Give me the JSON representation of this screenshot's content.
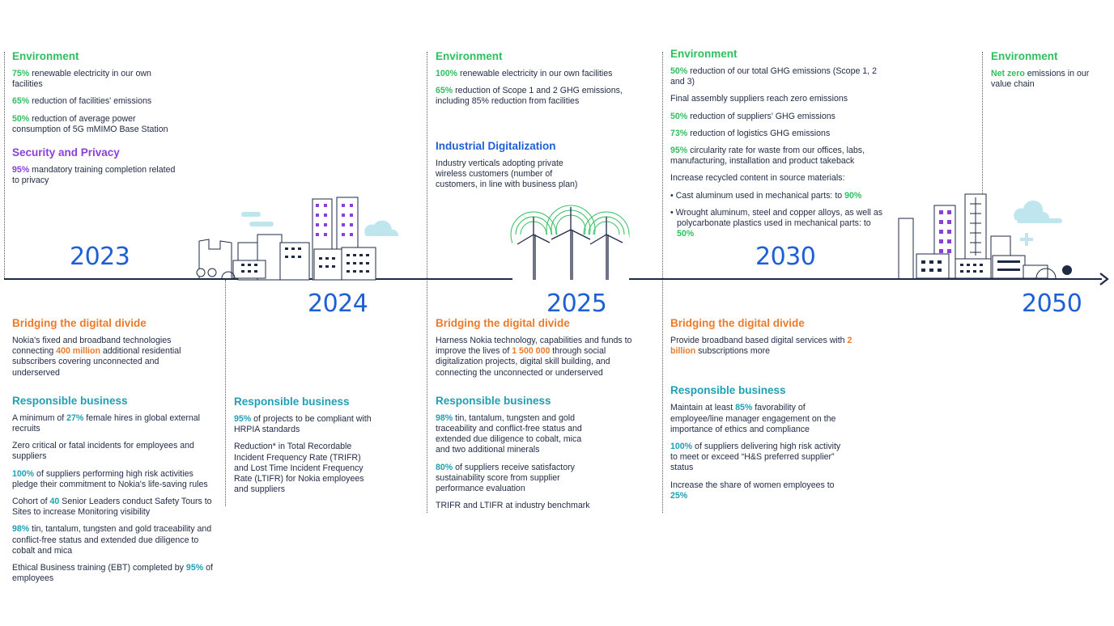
{
  "years": [
    "2023",
    "2024",
    "2025",
    "2030",
    "2050"
  ],
  "col2023_top": {
    "env_heading": "Environment",
    "env_items": [
      {
        "v": "75%",
        "t": " renewable electricity in our own facilities"
      },
      {
        "v": "65%",
        "t": " reduction of facilities' emissions"
      },
      {
        "v": "50%",
        "t": " reduction of average power consumption of 5G mMIMO Base Station"
      }
    ],
    "sp_heading": "Security and Privacy",
    "sp_items": [
      {
        "v": "95%",
        "t": " mandatory training completion related to privacy"
      }
    ]
  },
  "col2025_top": {
    "env_heading": "Environment",
    "env_items": [
      {
        "v": "100%",
        "t": " renewable electricity in our own facilities"
      },
      {
        "v": "65%",
        "t": " reduction of Scope 1 and 2 GHG emissions, including 85% reduction from facilities"
      }
    ],
    "ind_heading": "Industrial Digitalization",
    "ind_items": [
      {
        "t": "Industry verticals adopting private wireless customers (number of customers, in line with business plan)"
      }
    ]
  },
  "col2030_top": {
    "env_heading": "Environment",
    "env_items": [
      {
        "v": "50%",
        "t": " reduction of our total GHG emissions (Scope 1, 2 and 3)"
      },
      {
        "t": "Final assembly suppliers reach zero emissions"
      },
      {
        "v": "50%",
        "t": " reduction of suppliers' GHG emissions"
      },
      {
        "v": "73%",
        "t": " reduction of logistics GHG emissions"
      },
      {
        "v": "95%",
        "t": " circularity rate for waste from our offices, labs, manufacturing, installation and product takeback"
      },
      {
        "t": "Increase recycled content in source materials:"
      },
      {
        "t": "• Cast aluminum used in mechanical parts: to ",
        "v2": "90%"
      },
      {
        "t": "• Wrought aluminum, steel and copper alloys, as well as polycarbonate plastics used in mechanical parts: to ",
        "v2": "50%"
      }
    ]
  },
  "col2050_top": {
    "env_heading": "Environment",
    "env_items": [
      {
        "v": "Net zero",
        "t": " emissions in our value chain"
      }
    ]
  },
  "col2023_bottom": {
    "bridge_heading": "Bridging the digital divide",
    "bridge_items": [
      {
        "t": "Nokia's fixed and broadband technologies connecting ",
        "v2": "400 million",
        "t2": " additional residential subscribers covering unconnected and underserved"
      }
    ],
    "resp_heading": "Responsible business",
    "resp_items": [
      {
        "t": "A minimum of ",
        "v2": "27%",
        "t2": " female hires in global external recruits"
      },
      {
        "t": "Zero critical or fatal incidents for employees and suppliers"
      },
      {
        "v": "100%",
        "t": " of suppliers performing high risk activities pledge their commitment to Nokia's life-saving rules"
      },
      {
        "t": "Cohort of ",
        "v2": "40",
        "t2": " Senior Leaders conduct Safety Tours to Sites to increase Monitoring visibility"
      },
      {
        "v": "98%",
        "t": " tin, tantalum, tungsten and gold traceability and conflict-free status and extended due diligence to cobalt and mica"
      },
      {
        "t": "Ethical Business training (EBT) completed by ",
        "v2": "95%",
        "t2": " of employees"
      }
    ]
  },
  "col2024_bottom": {
    "resp_heading": "Responsible business",
    "resp_items": [
      {
        "v": "95%",
        "t": " of projects to be compliant with HRPIA standards"
      },
      {
        "t": "Reduction* in Total Recordable Incident Frequency Rate (TRIFR) and Lost Time Incident Frequency Rate (LTIFR) for Nokia employees and suppliers"
      }
    ]
  },
  "col2025_bottom": {
    "bridge_heading": "Bridging the digital divide",
    "bridge_items": [
      {
        "t": "Harness Nokia technology, capabilities and funds to improve the lives of ",
        "v2": "1 500 000",
        "t2": " through social digitalization projects, digital skill building, and connecting the unconnected or underserved"
      }
    ],
    "resp_heading": "Responsible business",
    "resp_items": [
      {
        "v": "98%",
        "t": " tin, tantalum, tungsten and gold traceability and conflict-free status and extended due diligence to cobalt, mica and two additional minerals"
      },
      {
        "v": "80%",
        "t": " of suppliers receive satisfactory sustainability score from supplier performance evaluation"
      },
      {
        "t": "TRIFR and LTIFR at industry benchmark"
      }
    ]
  },
  "col2030_bottom": {
    "bridge_heading": "Bridging the digital divide",
    "bridge_items": [
      {
        "t": "Provide broadband based digital services with ",
        "v2": "2 billion",
        "t2": " subscriptions more"
      }
    ],
    "resp_heading": "Responsible business",
    "resp_items": [
      {
        "t": "Maintain at least ",
        "v2": "85%",
        "t2": " favorability of employee/line manager engagement on the importance of ethics and compliance"
      },
      {
        "v": "100%",
        "t": " of suppliers delivering high risk activity to meet or exceed “H&S preferred supplier” status"
      },
      {
        "t": "Increase the share of women employees to ",
        "v2": "25%"
      }
    ]
  },
  "colors": {
    "environment": "#2fbf5f",
    "security": "#8b3fd9",
    "industrial": "#1e5fd6",
    "bridging": "#ec7a2a",
    "responsible": "#1f9fb3",
    "year": "#1e5fd6",
    "axis": "#1f2a44"
  },
  "icons": [
    "city-illustration",
    "wind-turbines-illustration",
    "future-city-illustration",
    "timeline-arrow-icon"
  ]
}
